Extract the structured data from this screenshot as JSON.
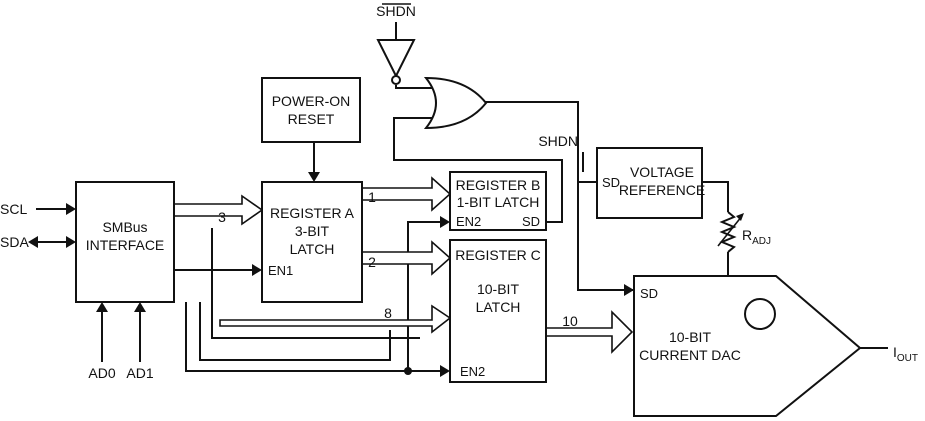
{
  "signals": {
    "shdn_bar": "SHDN",
    "shdn": "SHDN",
    "scl": "SCL",
    "sda": "SDA",
    "ad0": "AD0",
    "ad1": "AD1",
    "iout_main": "I",
    "iout_sub": "OUT",
    "radj_main": "R",
    "radj_sub": "ADJ"
  },
  "blocks": {
    "smbus": {
      "line1": "SMBus",
      "line2": "INTERFACE"
    },
    "power_on_reset": {
      "line1": "POWER-ON",
      "line2": "RESET"
    },
    "register_a": {
      "line1": "REGISTER A",
      "line2": "3-BIT",
      "line3": "LATCH",
      "en": "EN1"
    },
    "register_b": {
      "line1": "REGISTER B",
      "line2": "1-BIT LATCH",
      "en": "EN2",
      "sd": "SD"
    },
    "register_c": {
      "line1": "REGISTER C",
      "line2": "10-BIT",
      "line3": "LATCH",
      "en": "EN2"
    },
    "voltage_reference": {
      "line1": "VOLTAGE",
      "line2": "REFERENCE",
      "sd": "SD"
    },
    "current_dac": {
      "line1": "10-BIT",
      "line2": "CURRENT DAC",
      "sd": "SD"
    }
  },
  "bus_labels": {
    "smbus_to_a": "3",
    "a_to_b": "1",
    "a_to_c": "2",
    "smbus_to_c": "8",
    "c_to_dac": "10"
  }
}
